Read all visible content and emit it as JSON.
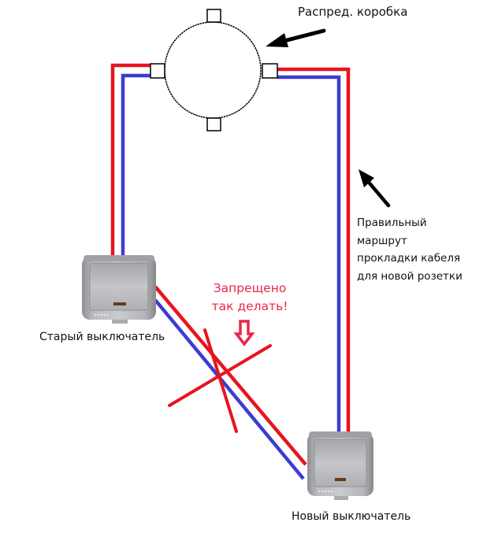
{
  "diagram": {
    "title": "Маршрут прокладки кабеля к новому выключателю",
    "colors": {
      "phase_wire": "#e8141e",
      "neutral_wire": "#3c3cd2",
      "forbidden": "#e8264a",
      "outline": "#000000",
      "switch_body": "#a9abae"
    },
    "labels": {
      "junction_box": "Распред. коробка",
      "correct_route_lines": [
        "Правильный",
        "маршрут",
        "прокладки кабеля",
        "для новой розетки"
      ],
      "old_switch": "Старый выключатель",
      "new_switch": "Новый выключатель",
      "forbidden_lines": [
        "Запрещено",
        "так делать!"
      ]
    },
    "nodes": [
      {
        "id": "junction-box",
        "label": "Распред. коробка",
        "shape": "circle",
        "terminals": 4
      },
      {
        "id": "old-switch",
        "label": "Старый выключатель",
        "shape": "switch"
      },
      {
        "id": "new-switch",
        "label": "Новый выключатель",
        "shape": "switch"
      }
    ],
    "edges": [
      {
        "from": "junction-box",
        "to": "old-switch",
        "wires": [
          "phase",
          "neutral"
        ],
        "route": "vertical",
        "status": "existing"
      },
      {
        "from": "junction-box",
        "to": "new-switch",
        "wires": [
          "phase",
          "neutral"
        ],
        "route": "vertical",
        "status": "correct"
      },
      {
        "from": "old-switch",
        "to": "new-switch",
        "wires": [
          "phase",
          "neutral"
        ],
        "route": "diagonal",
        "status": "forbidden"
      }
    ],
    "icons": [
      "arrow-to-junction-box-icon",
      "arrow-to-correct-route-icon",
      "down-arrow-icon",
      "cross-mark-icon"
    ]
  }
}
